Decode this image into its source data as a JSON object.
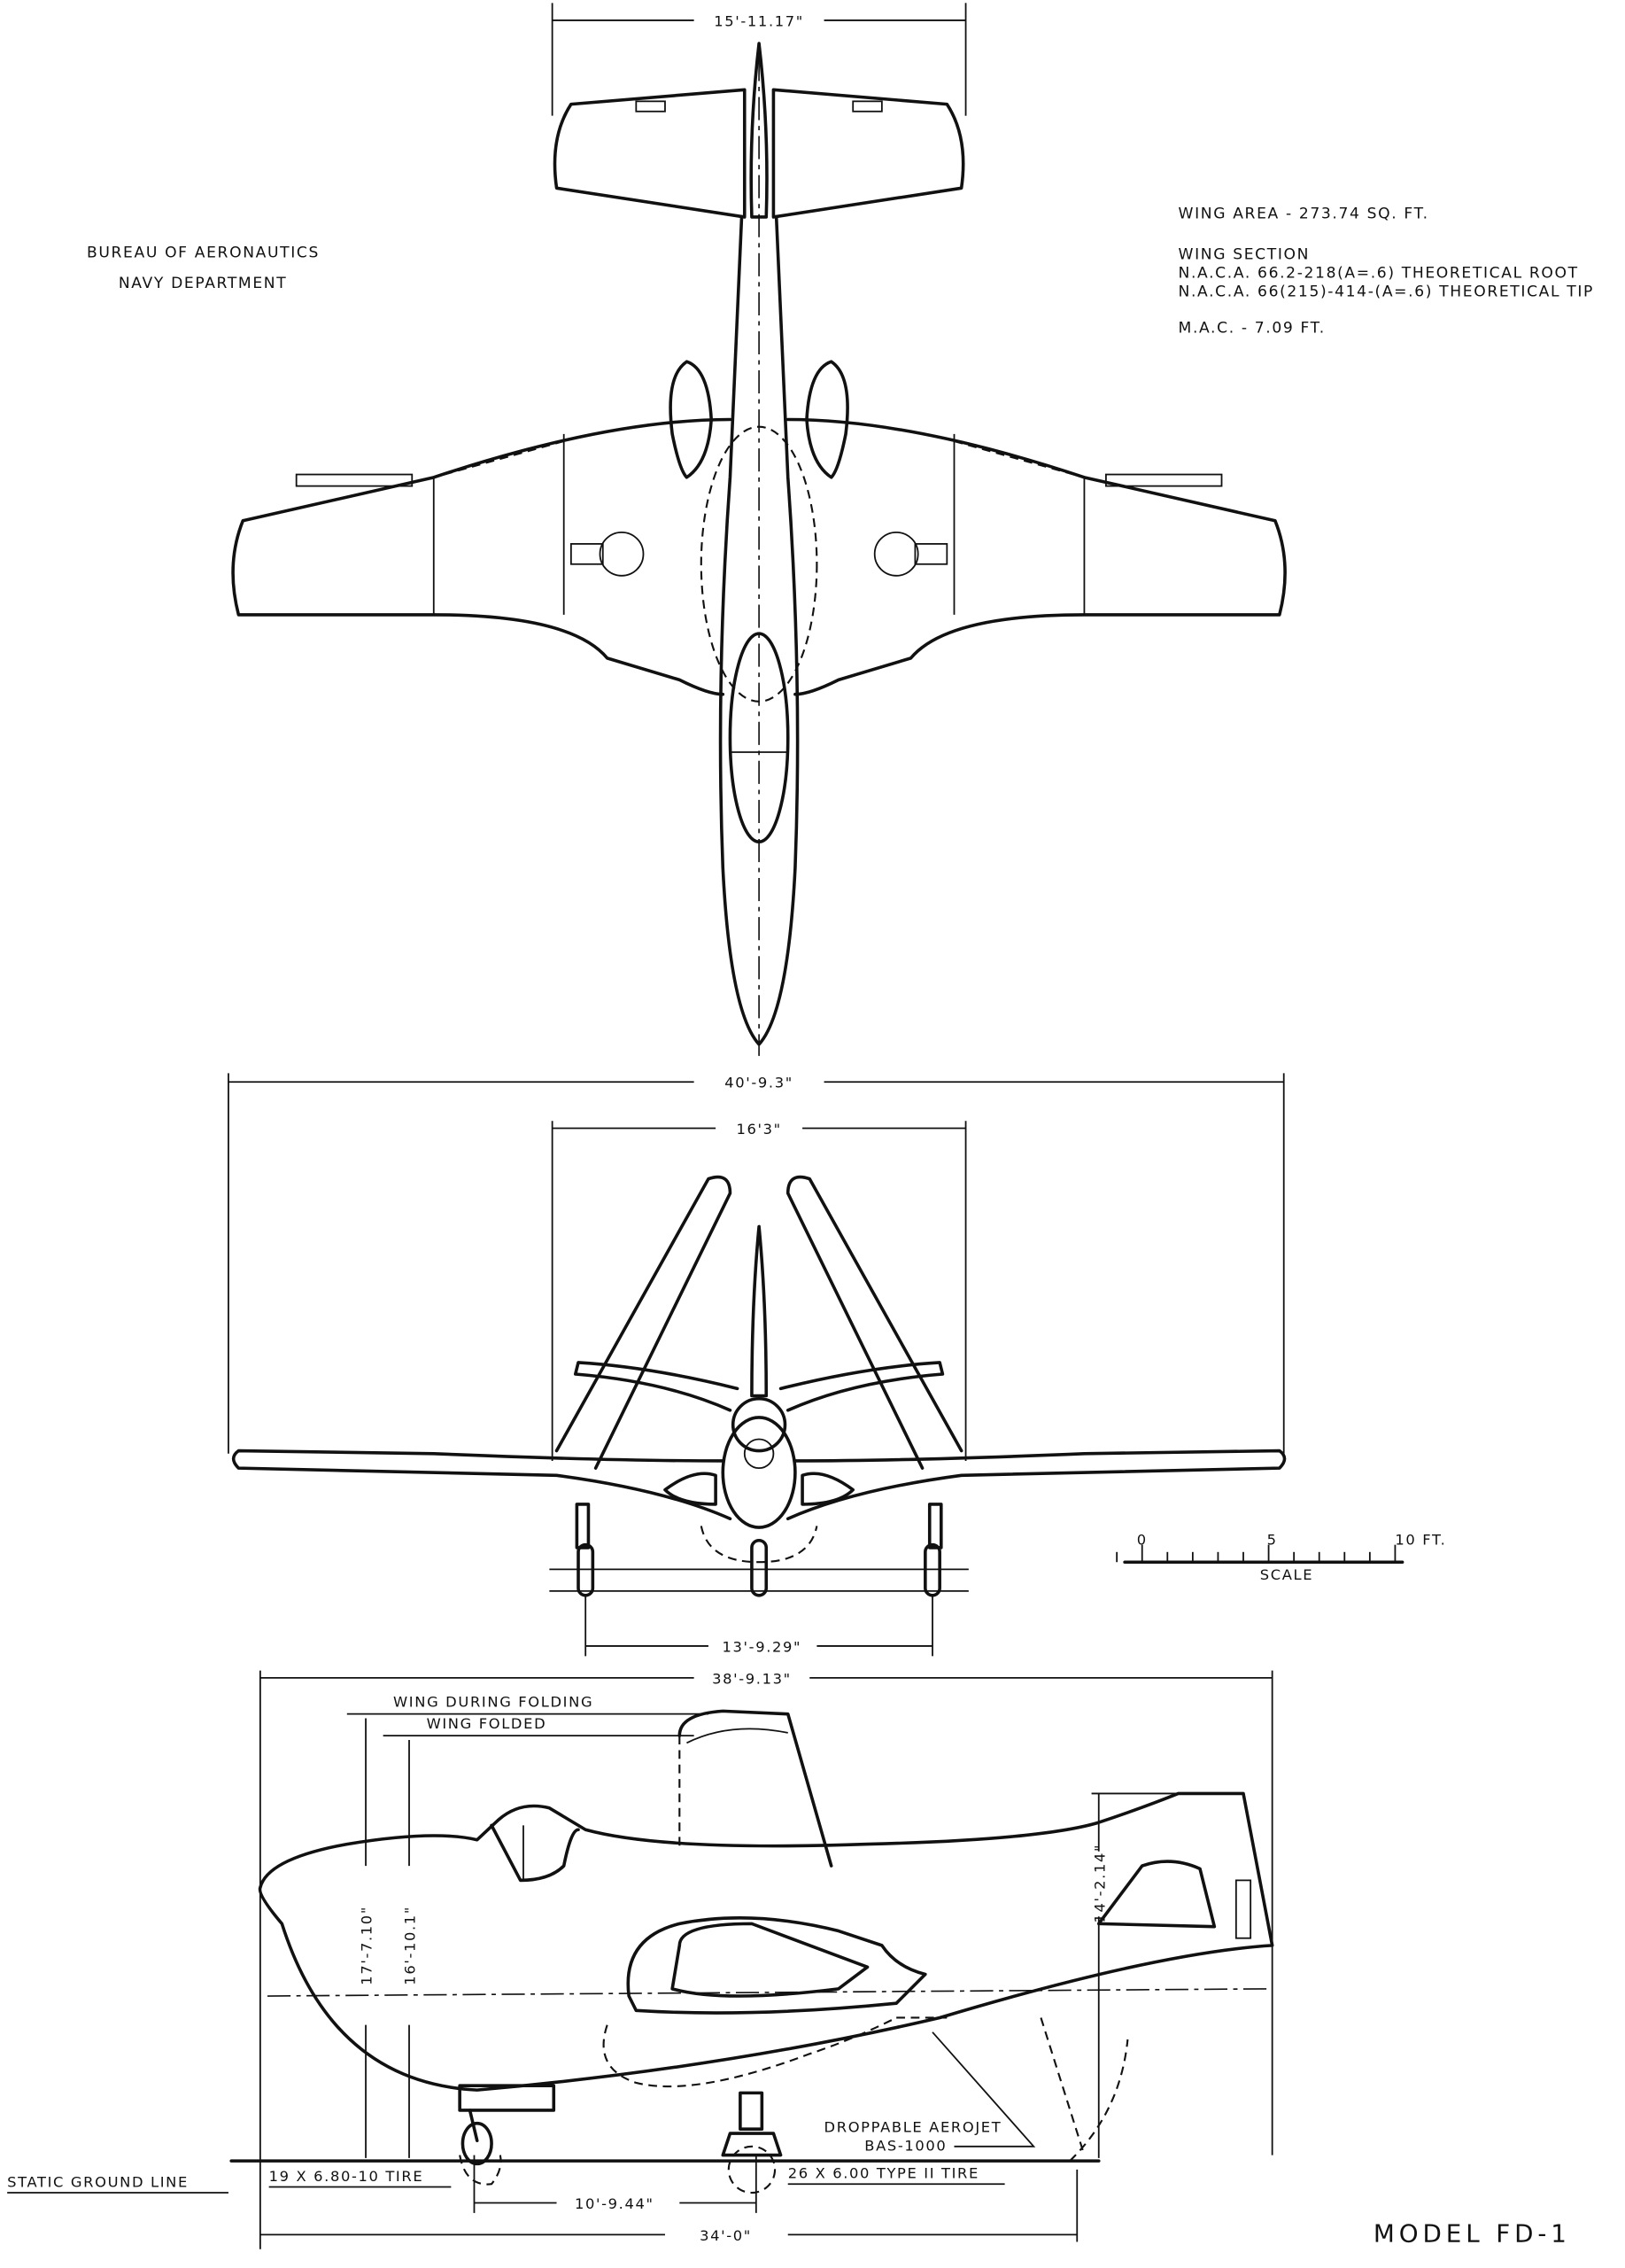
{
  "header": {
    "org_line1": "BUREAU OF AERONAUTICS",
    "org_line2": "NAVY DEPARTMENT"
  },
  "specs": {
    "wing_area": "WING AREA - 273.74 SQ. FT.",
    "wing_section_title": "WING SECTION",
    "root_section": "N.A.C.A. 66.2-218(A=.6) THEORETICAL ROOT",
    "tip_section": "N.A.C.A. 66(215)-414-(A=.6) THEORETICAL TIP",
    "mac": "M.A.C. - 7.09 FT."
  },
  "top_view": {
    "tail_span": "15'-11.17\""
  },
  "front_view": {
    "wing_span": "40'-9.3\"",
    "folded_span": "16'3\"",
    "tread": "13'-9.29\""
  },
  "scale": {
    "ticks": [
      "0",
      "5",
      "10 FT."
    ],
    "label": "SCALE"
  },
  "side_view": {
    "overall_length": "38'-9.13\"",
    "fuselage_length": "34'-0\"",
    "wheelbase": "10'-9.44\"",
    "height_folding": "17'-7.10\"",
    "height_folded": "16'-10.1\"",
    "tail_height": "14'-2.14\"",
    "label_folding": "WING DURING FOLDING",
    "label_folded": "WING FOLDED",
    "rocket_line1": "DROPPABLE AEROJET",
    "rocket_line2": "BAS-1000",
    "ground_line": "STATIC GROUND LINE",
    "nose_tire": "19 X 6.80-10 TIRE",
    "main_tire": "26 X 6.00 TYPE II TIRE"
  },
  "footer": {
    "model": "MODEL FD-1"
  }
}
